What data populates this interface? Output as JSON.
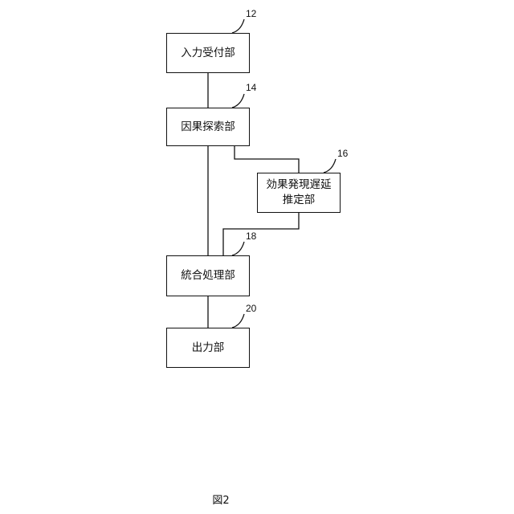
{
  "blocks": {
    "input_receiver": {
      "label": "入力受付部",
      "ref": "12"
    },
    "causal_search": {
      "label": "因果探索部",
      "ref": "14"
    },
    "effect_delay": {
      "label_lines": [
        "効果発現遅延",
        "推定部"
      ],
      "ref": "16"
    },
    "integration": {
      "label": "統合処理部",
      "ref": "18"
    },
    "output": {
      "label": "出力部",
      "ref": "20"
    }
  },
  "figure_label": "図2"
}
